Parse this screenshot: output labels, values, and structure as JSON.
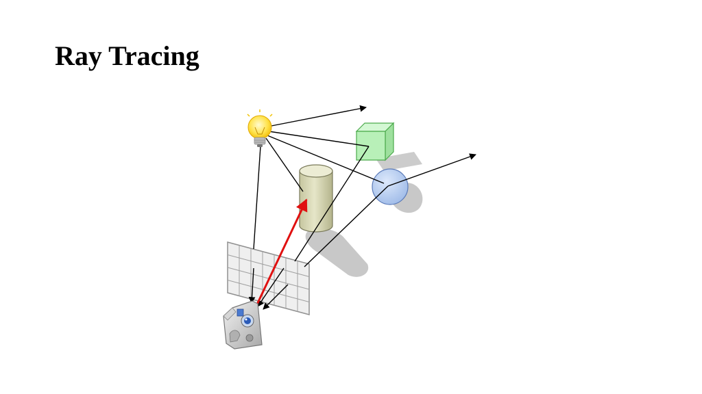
{
  "slide": {
    "title": "Ray Tracing"
  },
  "colors": {
    "ray": "#000000",
    "primary_ray": "#e01010",
    "bulb": "#ffe24a",
    "cube": "#b8f0b8",
    "cylinder": "#d4d4b0",
    "sphere": "#b8cef0",
    "shadow": "#c8c8c8",
    "grid": "#a0a0a0"
  },
  "diagram": {
    "objects": [
      "light-bulb-icon",
      "cube",
      "cylinder",
      "sphere",
      "image-plane-grid",
      "camera-icon"
    ]
  }
}
